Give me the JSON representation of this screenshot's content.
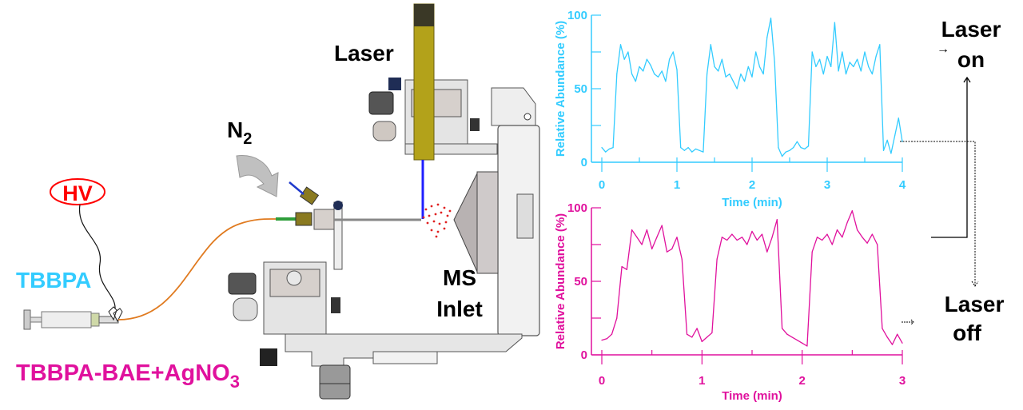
{
  "labels": {
    "laser": "Laser",
    "n2_main": "N",
    "n2_sub": "2",
    "hv": "HV",
    "tbbpa": "TBBPA",
    "tbbpa_bae_main": "TBBPA-BAE+AgNO",
    "tbbpa_bae_sub": "3",
    "ms_line1": "MS",
    "ms_line2": "Inlet",
    "laser_on_line1": "Laser",
    "laser_on_line2": "on",
    "laser_off_line1": "Laser",
    "laser_off_line2": "off"
  },
  "colors": {
    "tbbpa": "#33ccff",
    "tbbpa_bae": "#e0119d",
    "hv": "#ff0000",
    "laser_beam": "#1f1fff",
    "laser_body": "#b3a21a",
    "tube": "#e07a1f"
  },
  "chart_data": [
    {
      "type": "line",
      "title": "",
      "xlabel": "Time (min)",
      "ylabel": "Relative Abundance (%)",
      "xlim": [
        0,
        4
      ],
      "ylim": [
        0,
        100
      ],
      "xticks": [
        "0",
        "1",
        "2",
        "3",
        "4"
      ],
      "yticks": [
        "0",
        "50",
        "100"
      ],
      "color": "#33ccff",
      "x_step": 0.05,
      "values": [
        10,
        7,
        9,
        10,
        60,
        80,
        70,
        75,
        60,
        55,
        65,
        62,
        70,
        66,
        60,
        58,
        62,
        55,
        70,
        75,
        63,
        10,
        8,
        10,
        7,
        9,
        8,
        7,
        60,
        80,
        65,
        62,
        70,
        58,
        60,
        55,
        50,
        60,
        55,
        65,
        58,
        75,
        65,
        60,
        85,
        98,
        68,
        10,
        4,
        7,
        8,
        10,
        14,
        10,
        9,
        11,
        75,
        65,
        70,
        60,
        72,
        65,
        95,
        62,
        75,
        60,
        68,
        65,
        70,
        62,
        75,
        65,
        60,
        72,
        80,
        8,
        15,
        6,
        18,
        30,
        14
      ]
    },
    {
      "type": "line",
      "title": "",
      "xlabel": "Time (min)",
      "ylabel": "Relative Abundance (%)",
      "xlim": [
        0,
        3
      ],
      "ylim": [
        0,
        100
      ],
      "xticks": [
        "0",
        "1",
        "2",
        "3"
      ],
      "yticks": [
        "0",
        "50",
        "100"
      ],
      "color": "#e0119d",
      "x_step": 0.05,
      "values": [
        10,
        11,
        14,
        25,
        60,
        58,
        85,
        80,
        75,
        85,
        72,
        80,
        88,
        70,
        72,
        80,
        65,
        14,
        12,
        18,
        9,
        12,
        15,
        65,
        80,
        78,
        82,
        78,
        80,
        75,
        84,
        78,
        82,
        70,
        80,
        92,
        18,
        14,
        12,
        10,
        8,
        6,
        70,
        80,
        78,
        82,
        75,
        85,
        80,
        90,
        98,
        85,
        80,
        76,
        82,
        75,
        18,
        12,
        7,
        14,
        8
      ]
    }
  ]
}
